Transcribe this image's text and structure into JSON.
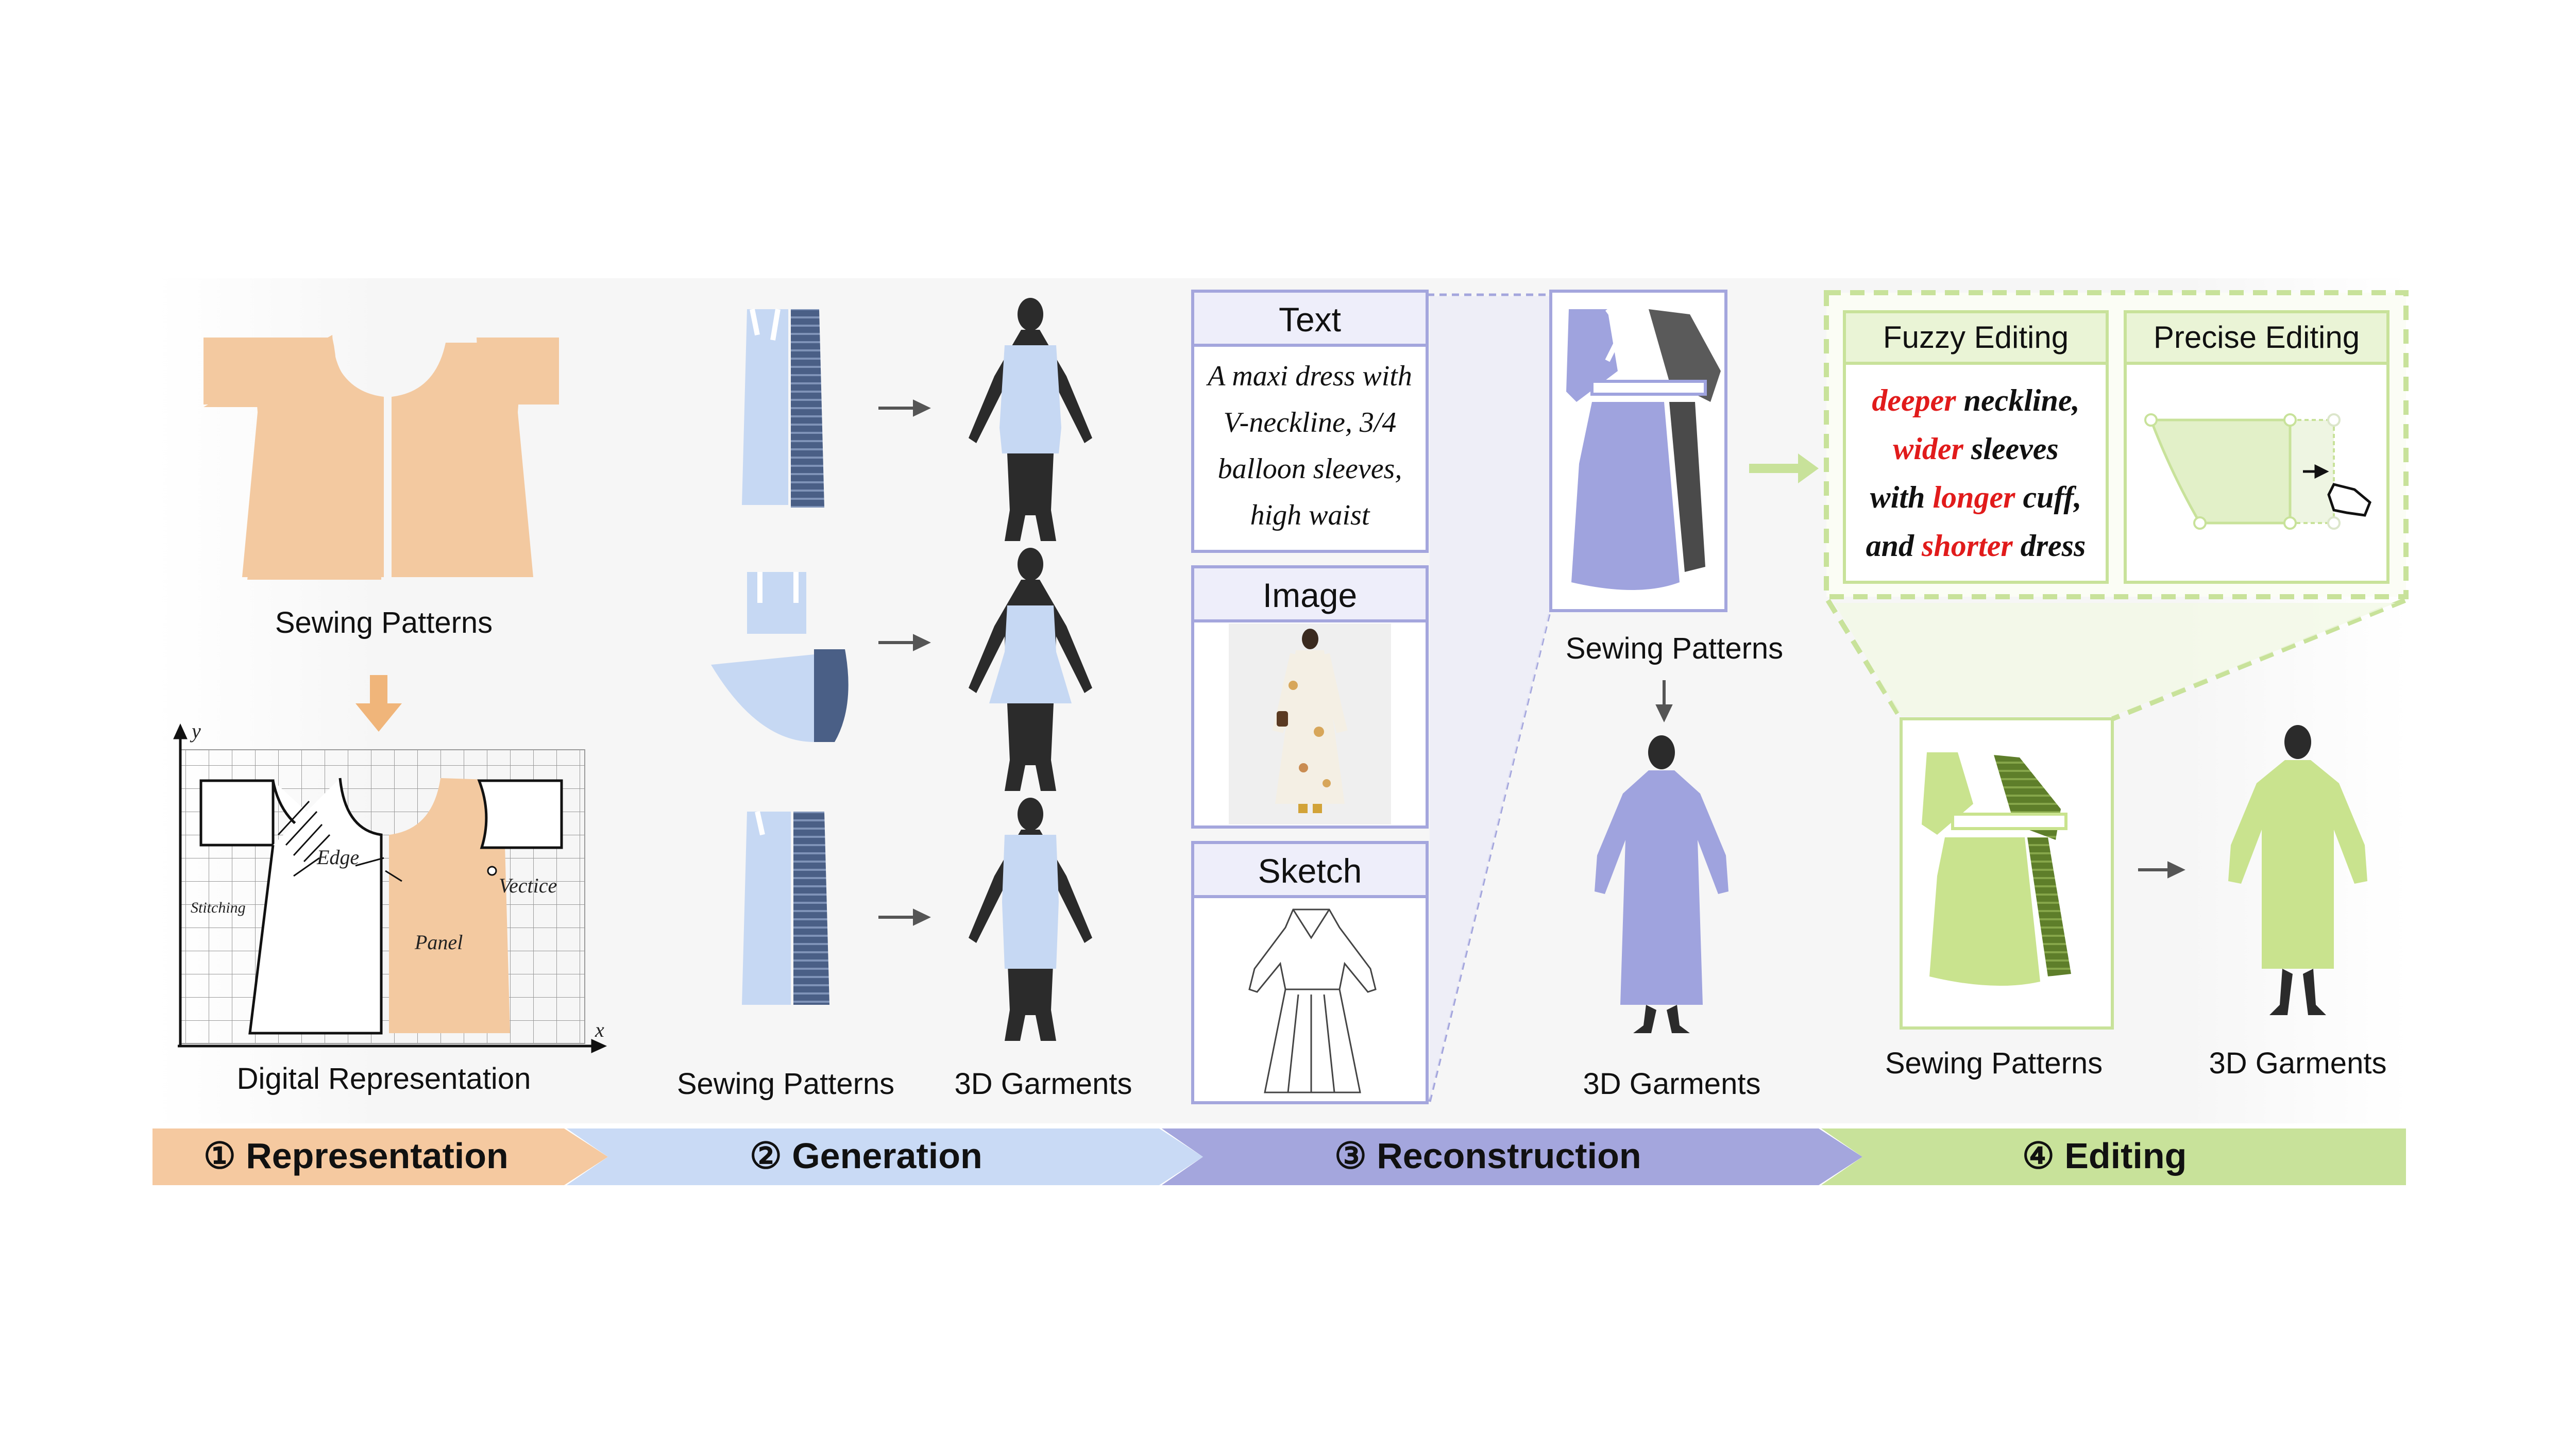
{
  "representation": {
    "sewing_patterns_label": "Sewing Patterns",
    "digital_representation_label": "Digital Representation",
    "axis_x": "x",
    "axis_y": "y",
    "edge_label": "Edge",
    "stitching_label": "Stitching",
    "vertice_label": "Vectice",
    "panel_label": "Panel"
  },
  "generation": {
    "sewing_patterns_label": "Sewing Patterns",
    "garments_label": "3D Garments"
  },
  "reconstruction": {
    "text_box": {
      "title": "Text",
      "body": [
        "A maxi dress with",
        "V-neckline, 3/4",
        "balloon sleeves,",
        "high waist"
      ]
    },
    "image_box": {
      "title": "Image"
    },
    "sketch_box": {
      "title": "Sketch"
    },
    "sewing_patterns_label": "Sewing Patterns",
    "garments_label": "3D Garments"
  },
  "editing": {
    "fuzzy_title": "Fuzzy Editing",
    "precise_title": "Precise Editing",
    "fuzzy_lines": [
      {
        "red": "deeper",
        "black": " neckline,"
      },
      {
        "red": "wider",
        "black": " sleeves"
      },
      {
        "prefix": "with ",
        "red": "longer",
        "black": " cuff,"
      },
      {
        "prefix": "and ",
        "red": "shorter",
        "black": " dress"
      }
    ],
    "sewing_patterns_label": "Sewing Patterns",
    "garments_label": "3D Garments"
  },
  "stages": [
    {
      "label": "① Representation",
      "color": "#f5c9a0"
    },
    {
      "label": "② Generation",
      "color": "#c9daf5"
    },
    {
      "label": "③ Reconstruction",
      "color": "#a4a6dd"
    },
    {
      "label": "④ Editing",
      "color": "#c8e29a"
    }
  ],
  "colors": {
    "peach": "#f3c9a0",
    "light_blue": "#c6d8f3",
    "dark_blue": "#4a5f86",
    "lavender": "#9fa3de",
    "lime": "#c9e38e",
    "dark_green": "#5e7e2a",
    "mannequin": "#2b2b2b"
  }
}
